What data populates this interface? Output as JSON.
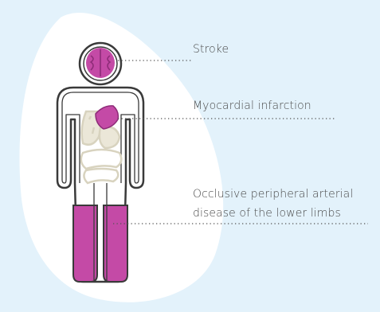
{
  "labels": {
    "stroke": "Stroke",
    "mi": "Myocardial infarction",
    "pad_line1": "Occlusive peripheral arterial",
    "pad_line2": "disease of the lower limbs"
  },
  "colors": {
    "background": "#e3f2fb",
    "blob": "#ffffff",
    "affected": "#c44aa6",
    "affected_dark": "#8e2c78",
    "body_outline": "#3a3a3a",
    "organs": "#e4e1d3",
    "leader_line": "#555555"
  },
  "icons": [
    "brain-icon",
    "heart-icon",
    "organs-icon",
    "legs-icon"
  ]
}
